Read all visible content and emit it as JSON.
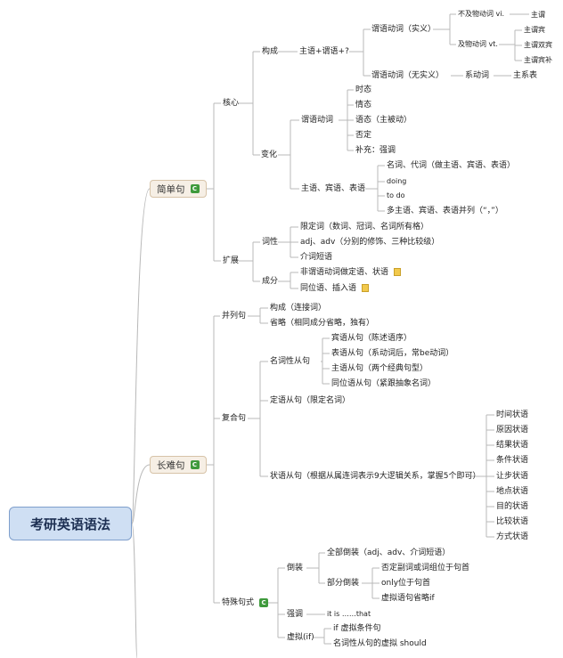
{
  "colors": {
    "line": "#b8b8b8",
    "root_fill": "#cfdff3",
    "main_fill": "#f6efe5",
    "badge": "#3f9a3c",
    "note": "#f2c94c"
  },
  "root": "考研英语语法",
  "branches": {
    "simple": {
      "label": "简单句",
      "core": {
        "label": "核心",
        "composition": {
          "label": "构成",
          "formula": "主语+谓语+?",
          "notional": {
            "label": "谓语动词（实义）",
            "vi": {
              "label": "不及物动词 vi.",
              "pattern": "主谓"
            },
            "vt": {
              "label": "及物动词 vt.",
              "patterns": [
                "主谓宾",
                "主谓双宾",
                "主谓宾补"
              ]
            }
          },
          "non_notional": {
            "label": "谓语动词（无实义）",
            "link": "系动词",
            "pattern": "主系表"
          }
        },
        "change": {
          "label": "变化",
          "verb": {
            "label": "谓语动词",
            "items": [
              "时态",
              "情态",
              "语态（主被动）",
              "否定",
              "补充：强调"
            ]
          },
          "subj": {
            "label": "主语、宾语、表语",
            "items": [
              "名词、代词（做主语、宾语、表语）",
              "doing",
              "to do",
              "多主语、宾语、表语并列（“，”）"
            ]
          }
        }
      },
      "expand": {
        "label": "扩展",
        "attr": {
          "label": "词性",
          "items": [
            "限定词（数词、冠词、名词所有格）",
            "adj、adv（分别的修饰、三种比较级）",
            "介词短语"
          ]
        },
        "part": {
          "label": "成分",
          "items": [
            "非谓语动词做定语、状语",
            "同位语、插入语"
          ]
        }
      }
    },
    "complex": {
      "label": "长难句",
      "parallel": {
        "label": "并列句",
        "items": [
          "构成（连接词）",
          "省略（相同成分省略，独有）"
        ]
      },
      "compound": {
        "label": "复合句",
        "noun": {
          "label": "名词性从句",
          "items": [
            "宾语从句（陈述语序）",
            "表语从句（系动词后，常be动词）",
            "主语从句（两个经典句型）",
            "同位语从句（紧跟抽象名词）"
          ]
        },
        "attributive": "定语从句（限定名词）",
        "adverbial": {
          "label": "状语从句（根据从属连词表示9大逻辑关系，掌握5个即可）",
          "items": [
            "时间状语",
            "原因状语",
            "结果状语",
            "条件状语",
            "让步状语",
            "地点状语",
            "目的状语",
            "比较状语",
            "方式状语"
          ]
        }
      },
      "special": {
        "label": "特殊句式",
        "inversion": {
          "label": "倒装",
          "full": "全部倒装（adj、adv、介词短语）",
          "partial_label": "部分倒装",
          "partial": [
            "否定副词或词组位于句首",
            "only位于句首",
            "虚拟语句省略if"
          ]
        },
        "emphasis": {
          "label": "强调",
          "item": "it is ……that"
        },
        "subjunctive": {
          "label": "虚拟(if)",
          "items": [
            "if 虚拟条件句",
            "名词性从句的虚拟 should"
          ]
        }
      }
    }
  }
}
